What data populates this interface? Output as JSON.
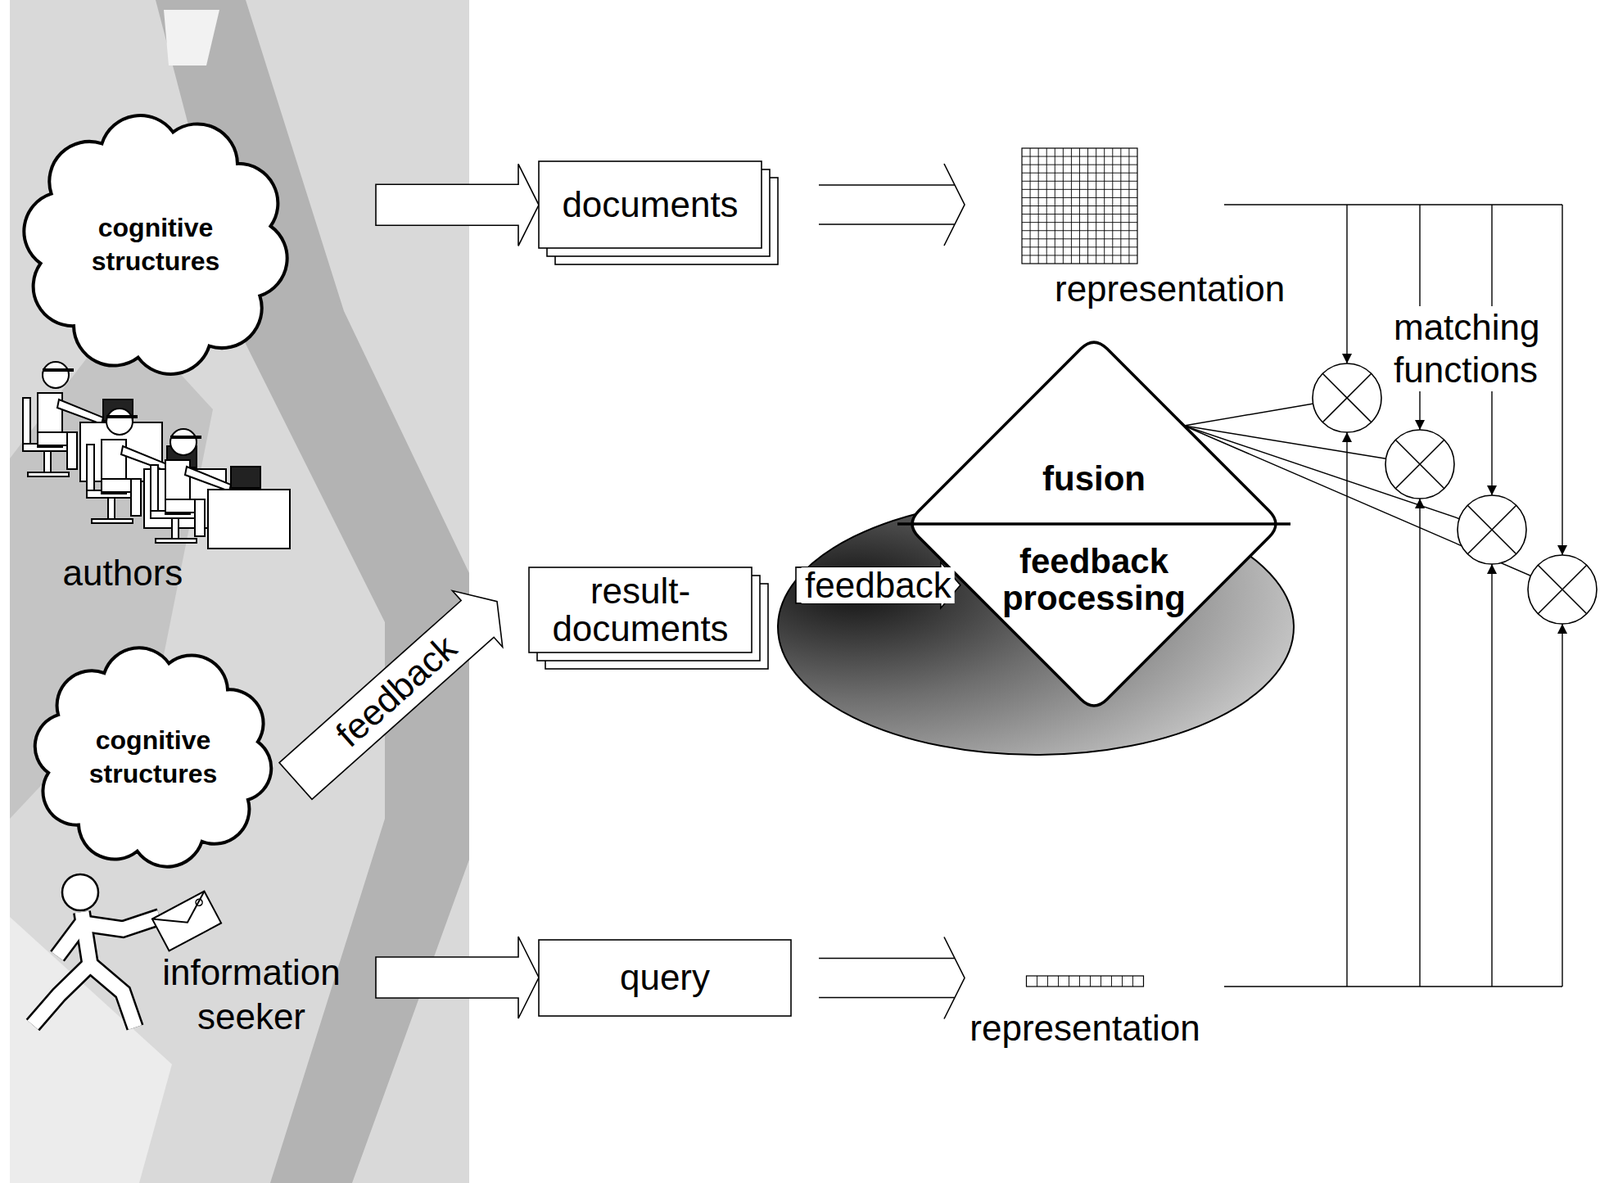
{
  "diagram": {
    "nodes": [
      {
        "text": [
          "cognitive structures"
        ]
      },
      {
        "text": [
          "documents"
        ]
      },
      {
        "text": [
          "representation"
        ]
      },
      {
        "text": [
          "cognitive structures"
        ]
      },
      {
        "text": [
          "result- documents"
        ]
      },
      {
        "text": [
          "fusion",
          "feedback processing"
        ]
      },
      {
        "text": [
          "query"
        ]
      },
      {
        "text": [
          "representation"
        ]
      }
    ],
    "edges": [
      {
        "from": 0,
        "to": 1,
        "arrow": "to"
      },
      {
        "from": 1,
        "to": 2,
        "arrow": "to"
      },
      {
        "from": 3,
        "to": 4,
        "arrow": "to",
        "label": "feedback"
      },
      {
        "from": 4,
        "to": 5,
        "arrow": "to",
        "label": "feedback"
      },
      {
        "from": 6,
        "to": 7,
        "arrow": "to"
      }
    ],
    "labels": [
      "authors",
      "information seeker",
      "matching functions"
    ]
  }
}
